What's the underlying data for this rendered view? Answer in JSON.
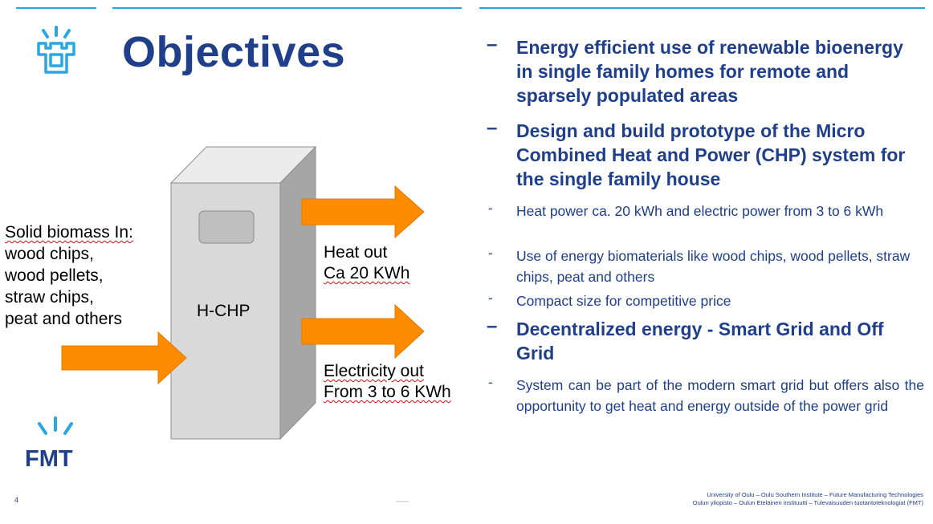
{
  "slide": {
    "title": "Objectives",
    "number": "4"
  },
  "logo": {
    "text": "FMT"
  },
  "diagram": {
    "input_lines": [
      "Solid biomass In:",
      "wood chips,",
      "wood pellets,",
      "straw chips,",
      "peat and others"
    ],
    "device_label": "H-CHP",
    "heat_out": [
      "Heat out",
      "Ca 20 KWh"
    ],
    "electricity_out": [
      "Electricity out",
      "From 3 to 6 KWh"
    ]
  },
  "bullets": [
    {
      "level": "major",
      "dash": "–",
      "text": "Energy efficient use of renewable bioenergy in single family homes for remote and sparsely populated areas"
    },
    {
      "level": "major",
      "dash": "–",
      "text": "Design and build prototype of the Micro Combined Heat and Power (CHP) system for the single family house"
    },
    {
      "level": "minor",
      "dash": "-",
      "text": "Heat power ca. 20 kWh and electric power from 3 to 6 kWh"
    },
    {
      "level": "minor",
      "dash": "-",
      "text": "Use of energy biomaterials like wood chips, wood pellets, straw chips, peat and others"
    },
    {
      "level": "minor",
      "dash": "-",
      "text": "Compact size for competitive price"
    },
    {
      "level": "major",
      "dash": "–",
      "text": "Decentralized energy - Smart Grid and Off Grid"
    },
    {
      "level": "minor",
      "dash": "-",
      "text": "System can be part of the modern smart grid but offers also the opportunity to get heat and energy outside of the power grid"
    }
  ],
  "footer": {
    "line1": "University of Oulu – Oulu Southern Institute – Future Manufacturing Technologies",
    "line2": "Oulun yliopisto – Oulun Eteläinen instituutti – Tulevaisuuden tuotantoteknologiat (FMT)"
  },
  "colors": {
    "title": "#1f3f8a",
    "accent_line": "#2aa3e6",
    "arrow": "#ff8c00",
    "device_face": "#d9d9d9",
    "logo_blue": "#29a8e0"
  }
}
